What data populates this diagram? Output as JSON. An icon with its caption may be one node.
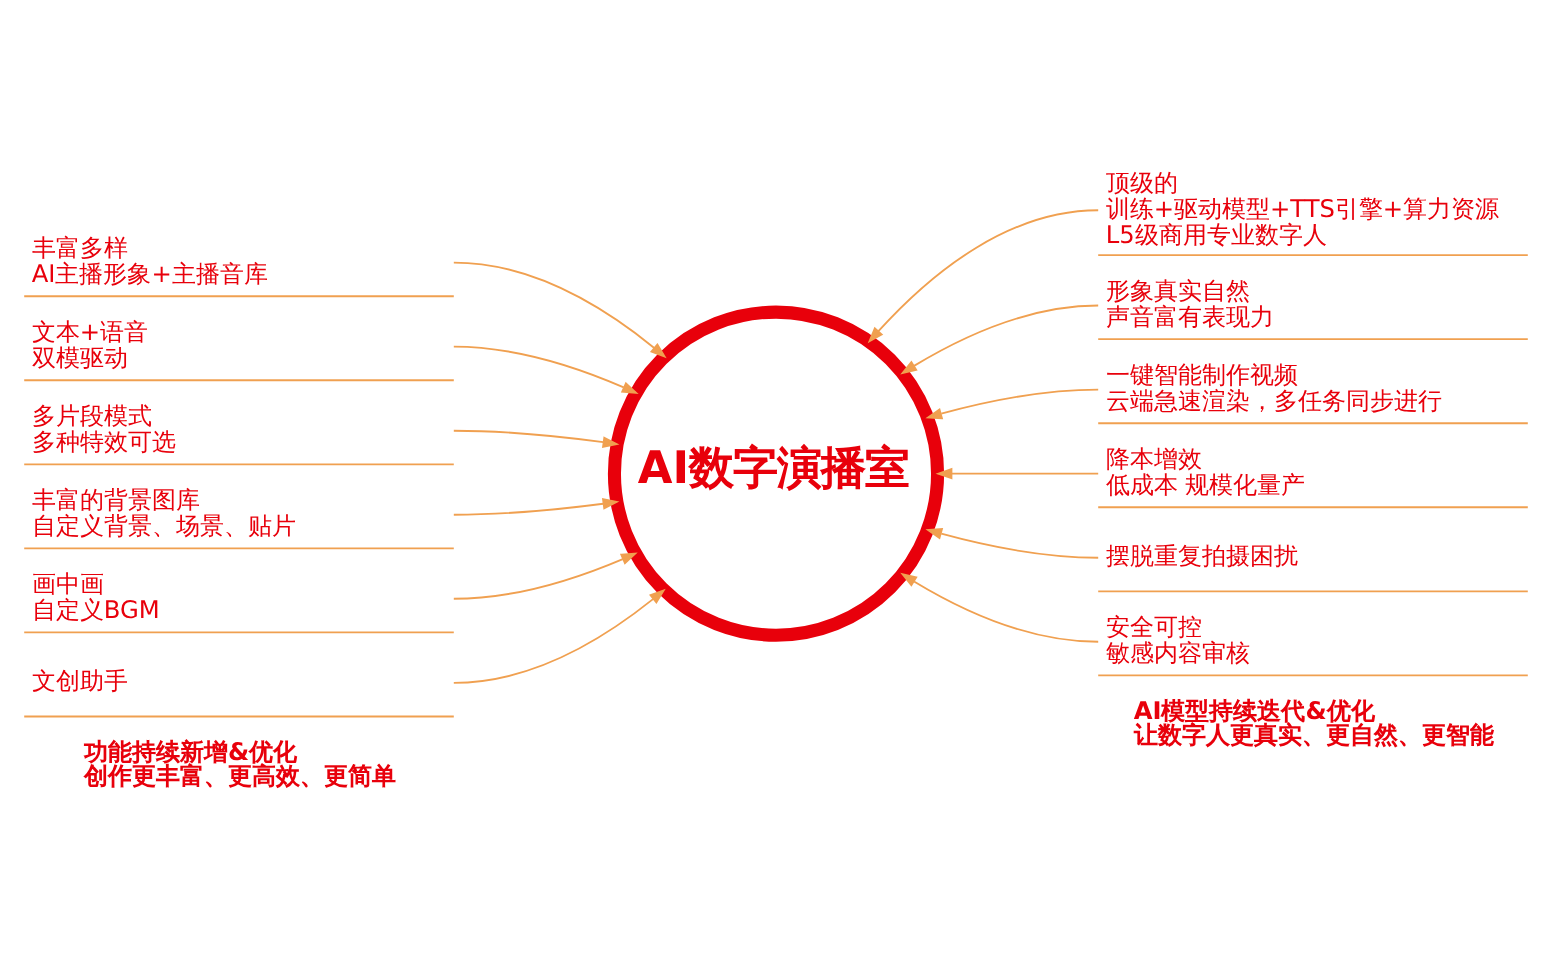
{
  "diagram": {
    "nodes": [
      {
        "text": [
          "AI数字演播室"
        ]
      },
      {
        "text": [
          "丰富多样",
          "AI主播形象+主播音库"
        ]
      },
      {
        "text": [
          "文本+语音",
          "双模驱动"
        ]
      },
      {
        "text": [
          "多片段模式",
          "多种特效可选"
        ]
      },
      {
        "text": [
          "丰富的背景图库",
          "自定义背景、场景、贴片"
        ]
      },
      {
        "text": [
          "画中画",
          "自定义BGM"
        ]
      },
      {
        "text": [
          "文创助手"
        ]
      },
      {
        "text": [
          "顶级的",
          "训练+驱动模型+TTS引擎+算力资源",
          "L5级商用专业数字人"
        ]
      },
      {
        "text": [
          "形象真实自然",
          "声音富有表现力"
        ]
      },
      {
        "text": [
          "一键智能制作视频",
          "云端急速渲染，多任务同步进行"
        ]
      },
      {
        "text": [
          "降本增效",
          "低成本 规模化量产"
        ]
      },
      {
        "text": [
          "摆脱重复拍摄困扰"
        ]
      },
      {
        "text": [
          "安全可控",
          "敏感内容审核"
        ]
      }
    ],
    "edges": [
      {
        "from": 1,
        "to": 0,
        "arrow": "to"
      },
      {
        "from": 2,
        "to": 0,
        "arrow": "to"
      },
      {
        "from": 3,
        "to": 0,
        "arrow": "to"
      },
      {
        "from": 4,
        "to": 0,
        "arrow": "to"
      },
      {
        "from": 5,
        "to": 0,
        "arrow": "to"
      },
      {
        "from": 6,
        "to": 0,
        "arrow": "to"
      },
      {
        "from": 7,
        "to": 0,
        "arrow": "to"
      },
      {
        "from": 8,
        "to": 0,
        "arrow": "to"
      },
      {
        "from": 9,
        "to": 0,
        "arrow": "to"
      },
      {
        "from": 10,
        "to": 0,
        "arrow": "to"
      },
      {
        "from": 11,
        "to": 0,
        "arrow": "to"
      },
      {
        "from": 12,
        "to": 0,
        "arrow": "to"
      }
    ],
    "labels": [
      "功能持续新增&优化",
      "创作更丰富、更高效、更简单",
      "AI模型持续迭代&优化",
      "让数字人更真实、更自然、更智能"
    ]
  }
}
